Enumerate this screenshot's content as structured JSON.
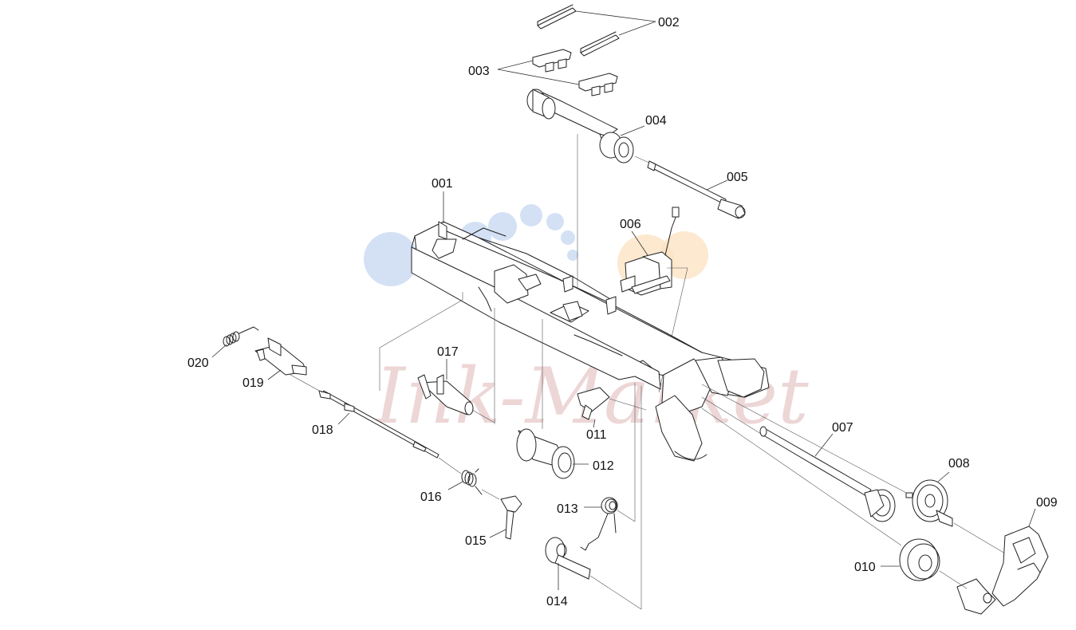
{
  "diagram": {
    "watermark": {
      "text": "Ink-Market",
      "colors": {
        "blue": "#c9d9f3",
        "orange": "#fbe3c4",
        "text": "#e8c9c9"
      }
    },
    "callouts": [
      {
        "id": "001",
        "label": "001"
      },
      {
        "id": "002",
        "label": "002"
      },
      {
        "id": "003",
        "label": "003"
      },
      {
        "id": "004",
        "label": "004"
      },
      {
        "id": "005",
        "label": "005"
      },
      {
        "id": "006",
        "label": "006"
      },
      {
        "id": "007",
        "label": "007"
      },
      {
        "id": "008",
        "label": "008"
      },
      {
        "id": "009",
        "label": "009"
      },
      {
        "id": "010",
        "label": "010"
      },
      {
        "id": "011",
        "label": "011"
      },
      {
        "id": "012",
        "label": "012"
      },
      {
        "id": "013",
        "label": "013"
      },
      {
        "id": "014",
        "label": "014"
      },
      {
        "id": "015",
        "label": "015"
      },
      {
        "id": "016",
        "label": "016"
      },
      {
        "id": "017",
        "label": "017"
      },
      {
        "id": "018",
        "label": "018"
      },
      {
        "id": "019",
        "label": "019"
      },
      {
        "id": "020",
        "label": "020"
      }
    ]
  }
}
